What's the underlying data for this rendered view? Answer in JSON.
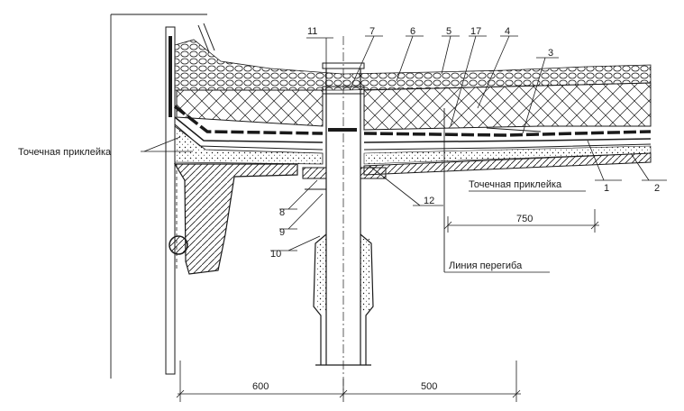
{
  "labels": {
    "spot_glue_left": "Точечная приклейка",
    "spot_glue_right": "Точечная приклейка",
    "bend_line": "Линия перегиба"
  },
  "callouts": {
    "n1": "1",
    "n2": "2",
    "n3": "3",
    "n4": "4",
    "n5": "5",
    "n6": "6",
    "n7": "7",
    "n8": "8",
    "n9": "9",
    "n10": "10",
    "n11": "11",
    "n12": "12",
    "n17": "17"
  },
  "dimensions": {
    "d750": "750",
    "d600": "600",
    "d500": "500"
  },
  "colors": {
    "line": "#1a1a1a",
    "background": "#ffffff"
  }
}
